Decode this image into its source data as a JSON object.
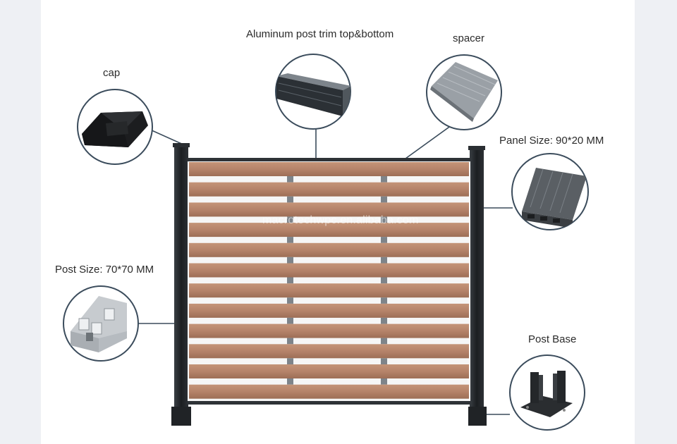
{
  "labels": {
    "cap": "cap",
    "trim": "Aluminum post trim top&bottom",
    "spacer": "spacer",
    "panel": "Panel Size: 90*20 MM",
    "post": "Post Size: 70*70 MM",
    "base": "Post Base"
  },
  "watermark": "macrotechwpc.en.alibaba.com",
  "colors": {
    "wood": "#b98668",
    "post": "#1e2124",
    "callout": "#3b4c5c",
    "page": "#eef0f4"
  }
}
